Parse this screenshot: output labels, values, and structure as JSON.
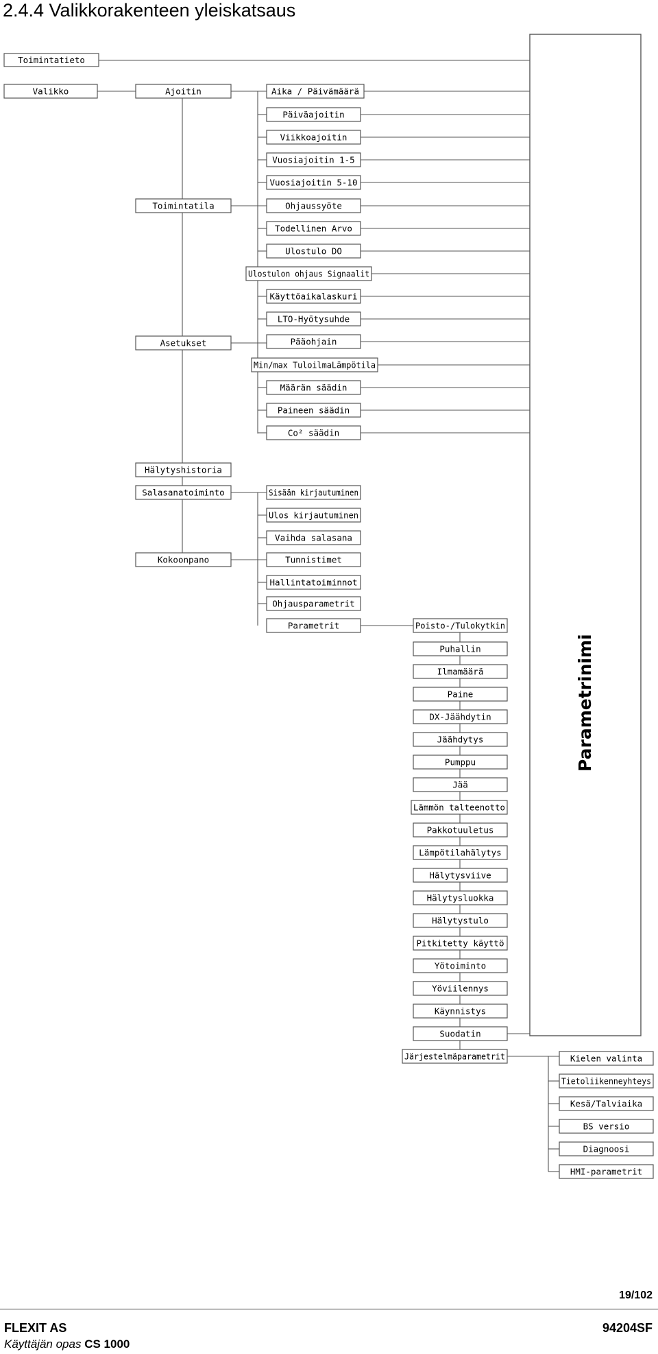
{
  "page": {
    "heading": "2.4.4 Valikkorakenteen yleiskatsaus",
    "page_number": "19/102",
    "company": "FLEXIT AS",
    "manual_lead": "Käyttäjän opas",
    "manual_product": "CS 1000",
    "doc_number": "94204SF"
  },
  "diagram": {
    "parameter_label": "Parametrinimi",
    "nodes": [
      {
        "id": "toimintatieto",
        "label": "Toimintatieto"
      },
      {
        "id": "valikko",
        "label": "Valikko"
      },
      {
        "id": "ajoitin",
        "label": "Ajoitin"
      },
      {
        "id": "aika",
        "label": "Aika / Päivämäärä"
      },
      {
        "id": "paivaajoitin",
        "label": "Päiväajoitin"
      },
      {
        "id": "viikkoajoitin",
        "label": "Viikkoajoitin"
      },
      {
        "id": "vuosi15",
        "label": "Vuosiajoitin 1-5"
      },
      {
        "id": "vuosi510",
        "label": "Vuosiajoitin 5-10"
      },
      {
        "id": "toimintatila",
        "label": "Toimintatila"
      },
      {
        "id": "ohjaussyote",
        "label": "Ohjaussyöte"
      },
      {
        "id": "todellinen",
        "label": "Todellinen Arvo"
      },
      {
        "id": "ulostulo",
        "label": "Ulostulo DO"
      },
      {
        "id": "ulostulonohjaus",
        "label": "Ulostulon ohjaus Signaalit"
      },
      {
        "id": "kayttoaika",
        "label": "Käyttöaikalaskuri"
      },
      {
        "id": "lto",
        "label": "LTO-Hyötysuhde"
      },
      {
        "id": "asetukset",
        "label": "Asetukset"
      },
      {
        "id": "paaohjain",
        "label": "Pääohjain"
      },
      {
        "id": "minmax",
        "label": "Min/max TuloilmaLämpötila"
      },
      {
        "id": "maaran",
        "label": "Määrän säädin"
      },
      {
        "id": "paineen",
        "label": "Paineen säädin"
      },
      {
        "id": "co2",
        "label": "Co² säädin"
      },
      {
        "id": "halytyshistoria",
        "label": "Hälytyshistoria"
      },
      {
        "id": "salasana",
        "label": "Salasanatoiminto"
      },
      {
        "id": "sisaan",
        "label": "Sisään kirjautuminen"
      },
      {
        "id": "ulos",
        "label": "Ulos kirjautuminen"
      },
      {
        "id": "vaihda",
        "label": "Vaihda salasana"
      },
      {
        "id": "kokoonpano",
        "label": "Kokoonpano"
      },
      {
        "id": "tunnistimet",
        "label": "Tunnistimet"
      },
      {
        "id": "hallinta",
        "label": "Hallintatoiminnot"
      },
      {
        "id": "ohjausparam",
        "label": "Ohjausparametrit"
      },
      {
        "id": "parametrit",
        "label": "Parametrit"
      },
      {
        "id": "poisto",
        "label": "Poisto-/Tulokytkin"
      },
      {
        "id": "puhallin",
        "label": "Puhallin"
      },
      {
        "id": "ilmamaara",
        "label": "Ilmamäärä"
      },
      {
        "id": "paine",
        "label": "Paine"
      },
      {
        "id": "dx",
        "label": "DX-Jäähdytin"
      },
      {
        "id": "jaahdytys",
        "label": "Jäähdytys"
      },
      {
        "id": "pumppu",
        "label": "Pumppu"
      },
      {
        "id": "jaa",
        "label": "Jää"
      },
      {
        "id": "lammon",
        "label": "Lämmön talteenotto"
      },
      {
        "id": "pakko",
        "label": "Pakkotuuletus"
      },
      {
        "id": "lampotilahal",
        "label": "Lämpötilahälytys"
      },
      {
        "id": "halytysviive",
        "label": "Hälytysviive"
      },
      {
        "id": "halytysluokka",
        "label": "Hälytysluokka"
      },
      {
        "id": "halytystulo",
        "label": "Hälytystulo"
      },
      {
        "id": "pitkitetty",
        "label": "Pitkitetty käyttö"
      },
      {
        "id": "yotoiminto",
        "label": "Yötoiminto"
      },
      {
        "id": "yoviilennys",
        "label": "Yöviilennys"
      },
      {
        "id": "kaynnistys",
        "label": "Käynnistys"
      },
      {
        "id": "suodatin",
        "label": "Suodatin"
      },
      {
        "id": "jarjestelma",
        "label": "Järjestelmäparametrit"
      },
      {
        "id": "kielen",
        "label": "Kielen valinta"
      },
      {
        "id": "tietoliikenne",
        "label": "Tietoliikenneyhteys"
      },
      {
        "id": "kesa",
        "label": "Kesä/Talviaika"
      },
      {
        "id": "bsversio",
        "label": "BS versio"
      },
      {
        "id": "diagnoosi",
        "label": "Diagnoosi"
      },
      {
        "id": "hmi",
        "label": "HMI-parametrit"
      }
    ]
  }
}
